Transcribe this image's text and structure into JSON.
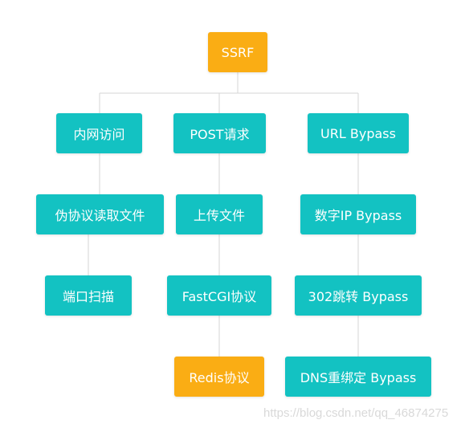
{
  "colors": {
    "root": "#faad14",
    "branch": "#13c2c2",
    "highlight": "#faad14",
    "connector": "#d6d6d6"
  },
  "root": {
    "label": "SSRF"
  },
  "branches": [
    {
      "label": "内网访问",
      "children": [
        "伪协议读取文件",
        "端口扫描"
      ]
    },
    {
      "label": "POST请求",
      "children": [
        "上传文件",
        "FastCGI协议",
        "Redis协议"
      ]
    },
    {
      "label": "URL Bypass",
      "children": [
        "数字IP Bypass",
        "302跳转 Bypass",
        "DNS重绑定 Bypass"
      ]
    }
  ],
  "watermark": "https://blog.csdn.net/qq_46874275"
}
